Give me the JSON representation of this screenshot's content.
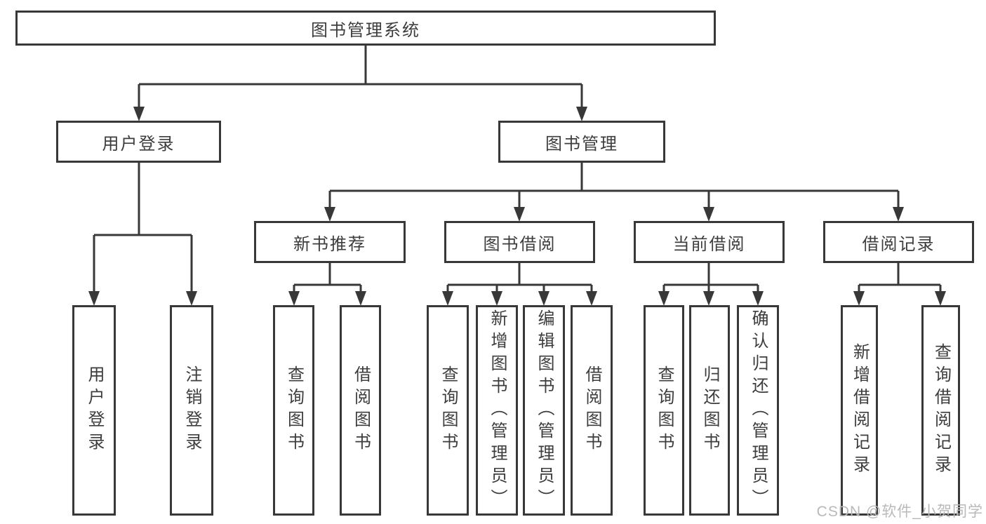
{
  "tree": {
    "root": {
      "label": "图书管理系统"
    },
    "level2": [
      {
        "label": "用户登录"
      },
      {
        "label": "图书管理"
      }
    ],
    "level3": [
      {
        "label": "新书推荐"
      },
      {
        "label": "图书借阅"
      },
      {
        "label": "当前借阅"
      },
      {
        "label": "借阅记录"
      }
    ],
    "leaves": {
      "user_login": [
        "用户登录",
        "注销登录"
      ],
      "new_book_rec": [
        "查询图书",
        "借阅图书"
      ],
      "book_borrow": [
        "查询图书",
        "新增图书（管理员）",
        "编辑图书（管理员）",
        "借阅图书"
      ],
      "current_borrow": [
        "查询图书",
        "归还图书",
        "确认归还（管理员）"
      ],
      "borrow_records": [
        "新增借阅记录",
        "查询借阅记录"
      ]
    }
  },
  "watermark": "CSDN @软件_小贺同学",
  "colors": {
    "line": "#383838",
    "text": "#3d3d3d",
    "watermark": "#b9b9b9",
    "background": "#ffffff"
  }
}
